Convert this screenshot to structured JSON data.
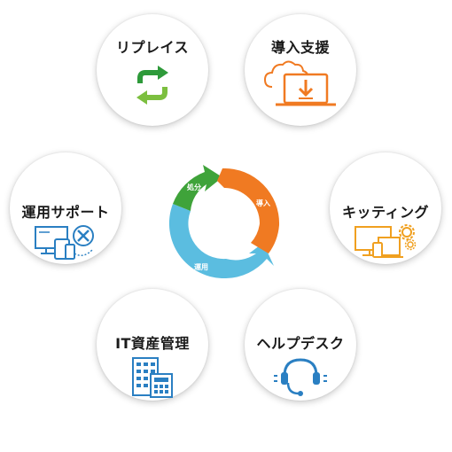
{
  "nodes": {
    "replace": {
      "label": "リプレイス",
      "icon": "recycle-arrows-icon"
    },
    "intro": {
      "label": "導入支援",
      "icon": "cloud-download-laptop-icon"
    },
    "support": {
      "label": "運用サポート",
      "icon": "devices-tools-icon"
    },
    "kitting": {
      "label": "キッティング",
      "icon": "devices-gear-icon"
    },
    "itasset": {
      "label": "IT資産管理",
      "icon": "building-calculator-icon"
    },
    "helpdesk": {
      "label": "ヘルプデスク",
      "icon": "headset-icon"
    }
  },
  "cycle": {
    "disposal": "処分",
    "intro": "導入",
    "operation": "運用"
  },
  "colors": {
    "green": "#3fa33a",
    "orange": "#f07a22",
    "blue": "#5bbde0",
    "line_blue": "#2a7fc2",
    "text": "#1a1a1a"
  }
}
